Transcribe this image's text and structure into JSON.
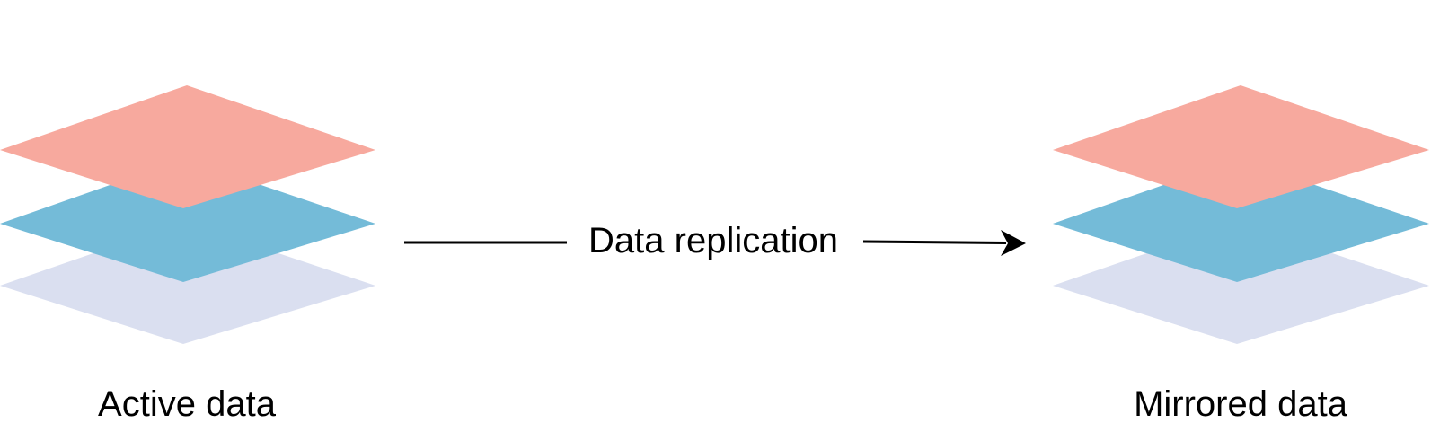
{
  "diagram": {
    "source": {
      "label": "Active data",
      "layers": [
        {
          "layer": "bottom",
          "color": "#dadff0"
        },
        {
          "layer": "middle",
          "color": "#74bbd8"
        },
        {
          "layer": "top",
          "color": "#f7a99e"
        }
      ]
    },
    "target": {
      "label": "Mirrored data",
      "layers": [
        {
          "layer": "bottom",
          "color": "#dadff0"
        },
        {
          "layer": "middle",
          "color": "#74bbd8"
        },
        {
          "layer": "top",
          "color": "#f7a99e"
        }
      ]
    },
    "connector": {
      "label": "Data replication",
      "direction": "left-to-right",
      "color": "#000000"
    }
  }
}
